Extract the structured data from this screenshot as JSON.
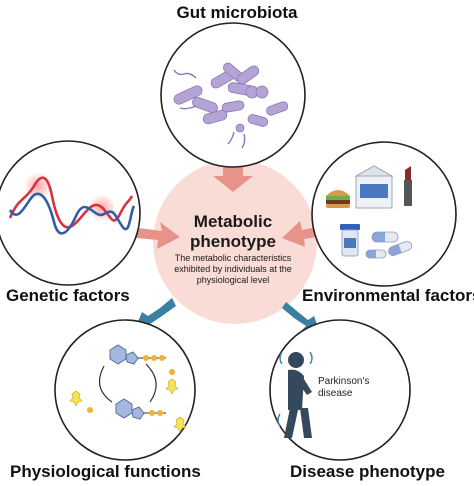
{
  "center": {
    "title_line1": "Metabolic",
    "title_line2": "phenotype",
    "description": "The metabolic characteristics exhibited by individuals at the physiological level"
  },
  "labels": {
    "gut_microbiota": "Gut microbiota",
    "genetic_factors": "Genetic factors",
    "environmental_factors": "Environmental factors",
    "physiological_functions": "Physiological functions",
    "disease_phenotype": "Disease phenotype"
  },
  "disease_panel": {
    "annotation_line1": "Parkinson's",
    "annotation_line2": "disease"
  },
  "colors": {
    "center_fill": "#fadcd6",
    "input_arrow": "#e8938a",
    "output_arrow": "#3b7fa3",
    "dna_red": "#d9333f",
    "dna_blue": "#2f5fa8",
    "bacteria_purple": "#b4a4d6",
    "person": "#34495e"
  },
  "icons": [
    "bacteria-icon",
    "dna-icon",
    "burger-icon",
    "milk-carton-icon",
    "lipstick-icon",
    "pill-bottle-icon",
    "capsule-icon",
    "molecule-icon",
    "person-icon"
  ]
}
